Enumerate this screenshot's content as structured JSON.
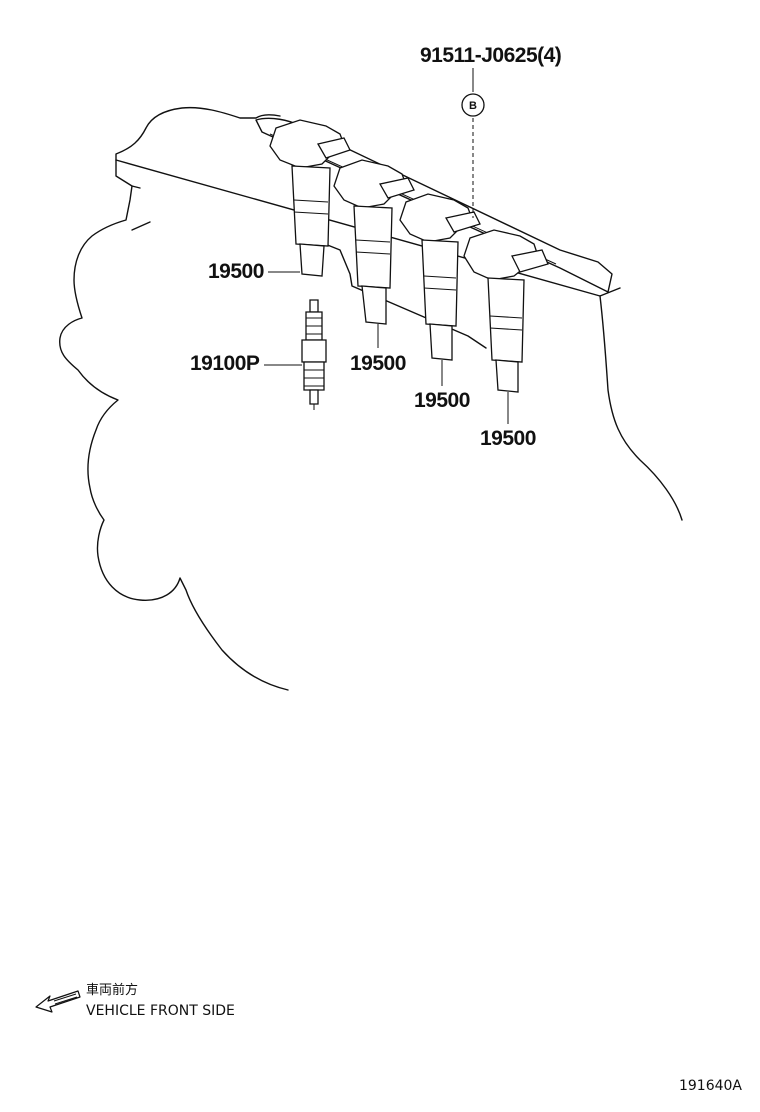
{
  "labels": {
    "bolt": "91511-J0625(4)",
    "callout_b": "B",
    "coil_1": "19500",
    "coil_2": "19500",
    "coil_3": "19500",
    "coil_4": "19500",
    "spark_plug": "19100P"
  },
  "direction": {
    "jp_text": "車両前方",
    "en_text": "VEHICLE FRONT SIDE"
  },
  "figure_id": "191640A"
}
